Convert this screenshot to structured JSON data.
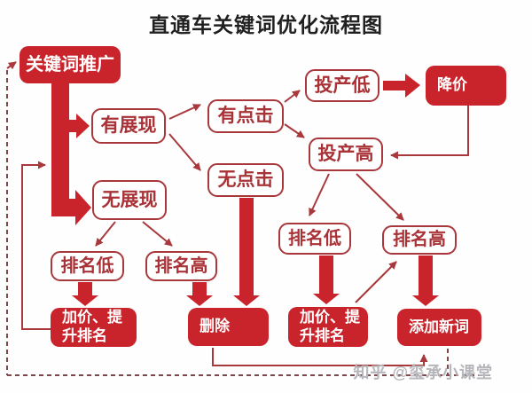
{
  "title": "直通车关键词优化流程图",
  "watermark": "知乎 @玺承小课堂",
  "colors": {
    "solid_box_red": "#c9242b",
    "outline_box_red": "#a8383c",
    "thin_arrow_red": "#a8383c",
    "dashed_line": "#7d484c",
    "title_black": "#202020",
    "watermark_gray": "#b6b6bb"
  },
  "nodes": {
    "keyword_promo": {
      "label": "关键词推广"
    },
    "has_impression": {
      "label": "有展现"
    },
    "no_impression": {
      "label": "无展现"
    },
    "has_click": {
      "label": "有点击"
    },
    "no_click": {
      "label": "无点击"
    },
    "roi_low": {
      "label": "投产低"
    },
    "price_cut": {
      "label": "降价"
    },
    "roi_high": {
      "label": "投产高"
    },
    "rank_low_left": {
      "label": "排名低"
    },
    "rank_high_left": {
      "label": "排名高"
    },
    "rank_low_right": {
      "label": "排名低"
    },
    "rank_high_right": {
      "label": "排名高"
    },
    "raise_bid_left": {
      "label": "加价、提升排名"
    },
    "delete": {
      "label": "删除"
    },
    "raise_bid_mid": {
      "label": "加价、提升排名"
    },
    "add_new_words": {
      "label": "添加新词"
    }
  },
  "edges": [
    {
      "from": "keyword_promo",
      "to": "has_impression",
      "style": "thick"
    },
    {
      "from": "keyword_promo",
      "to": "no_impression",
      "style": "thick"
    },
    {
      "from": "has_impression",
      "to": "has_click",
      "style": "thin"
    },
    {
      "from": "has_impression",
      "to": "no_click",
      "style": "thin"
    },
    {
      "from": "has_click",
      "to": "roi_low",
      "style": "thin"
    },
    {
      "from": "has_click",
      "to": "roi_high",
      "style": "thin"
    },
    {
      "from": "roi_low",
      "to": "price_cut",
      "style": "thick"
    },
    {
      "from": "price_cut",
      "to": "roi_high",
      "style": "thin-elbow"
    },
    {
      "from": "roi_high",
      "to": "rank_low_right",
      "style": "thin"
    },
    {
      "from": "roi_high",
      "to": "rank_high_right",
      "style": "thin"
    },
    {
      "from": "no_impression",
      "to": "rank_low_left",
      "style": "thin"
    },
    {
      "from": "no_impression",
      "to": "rank_high_left",
      "style": "thin"
    },
    {
      "from": "rank_low_left",
      "to": "raise_bid_left",
      "style": "thick"
    },
    {
      "from": "rank_high_left",
      "to": "delete",
      "style": "thick"
    },
    {
      "from": "no_click",
      "to": "delete",
      "style": "thick"
    },
    {
      "from": "rank_low_right",
      "to": "raise_bid_mid",
      "style": "thick"
    },
    {
      "from": "rank_high_right",
      "to": "add_new_words",
      "style": "thick"
    },
    {
      "from": "raise_bid_mid",
      "to": "rank_high_right",
      "style": "thin"
    },
    {
      "from": "delete",
      "to": "add_new_words",
      "style": "thin-elbow"
    },
    {
      "from": "raise_bid_left",
      "to": "keyword_promo",
      "style": "thin-elbow-loop"
    },
    {
      "from": "add_new_words",
      "to": "keyword_promo",
      "style": "dashed-loop"
    }
  ]
}
